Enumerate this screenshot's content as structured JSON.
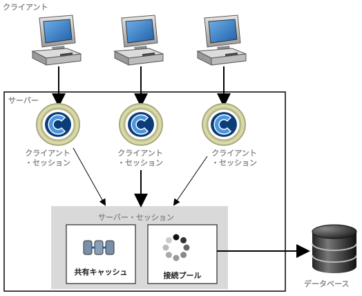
{
  "labels": {
    "client_group": "クライアント",
    "server": "サーバー",
    "server_session": "サーバー・セッション",
    "shared_cache": "共有キャッシュ",
    "connection_pool": "接続プール",
    "database": "データベース"
  },
  "client_sessions": [
    {
      "line1": "クライアント",
      "line2": "・セッション"
    },
    {
      "line1": "クライアント",
      "line2": "・セッション"
    },
    {
      "line1": "クライアント",
      "line2": "・セッション"
    }
  ],
  "icons": {
    "client": "computer-icon",
    "session": "client-session-c-icon",
    "cache": "cache-disks-icon",
    "pool": "connection-pool-spinner-icon",
    "database": "database-cylinder-icon"
  },
  "colors": {
    "label_gray": "#8a8a8a",
    "server_session_bg": "#d9d9d9",
    "c_icon_blue": "#1a5fb4",
    "c_ring": "#c9c98a"
  }
}
